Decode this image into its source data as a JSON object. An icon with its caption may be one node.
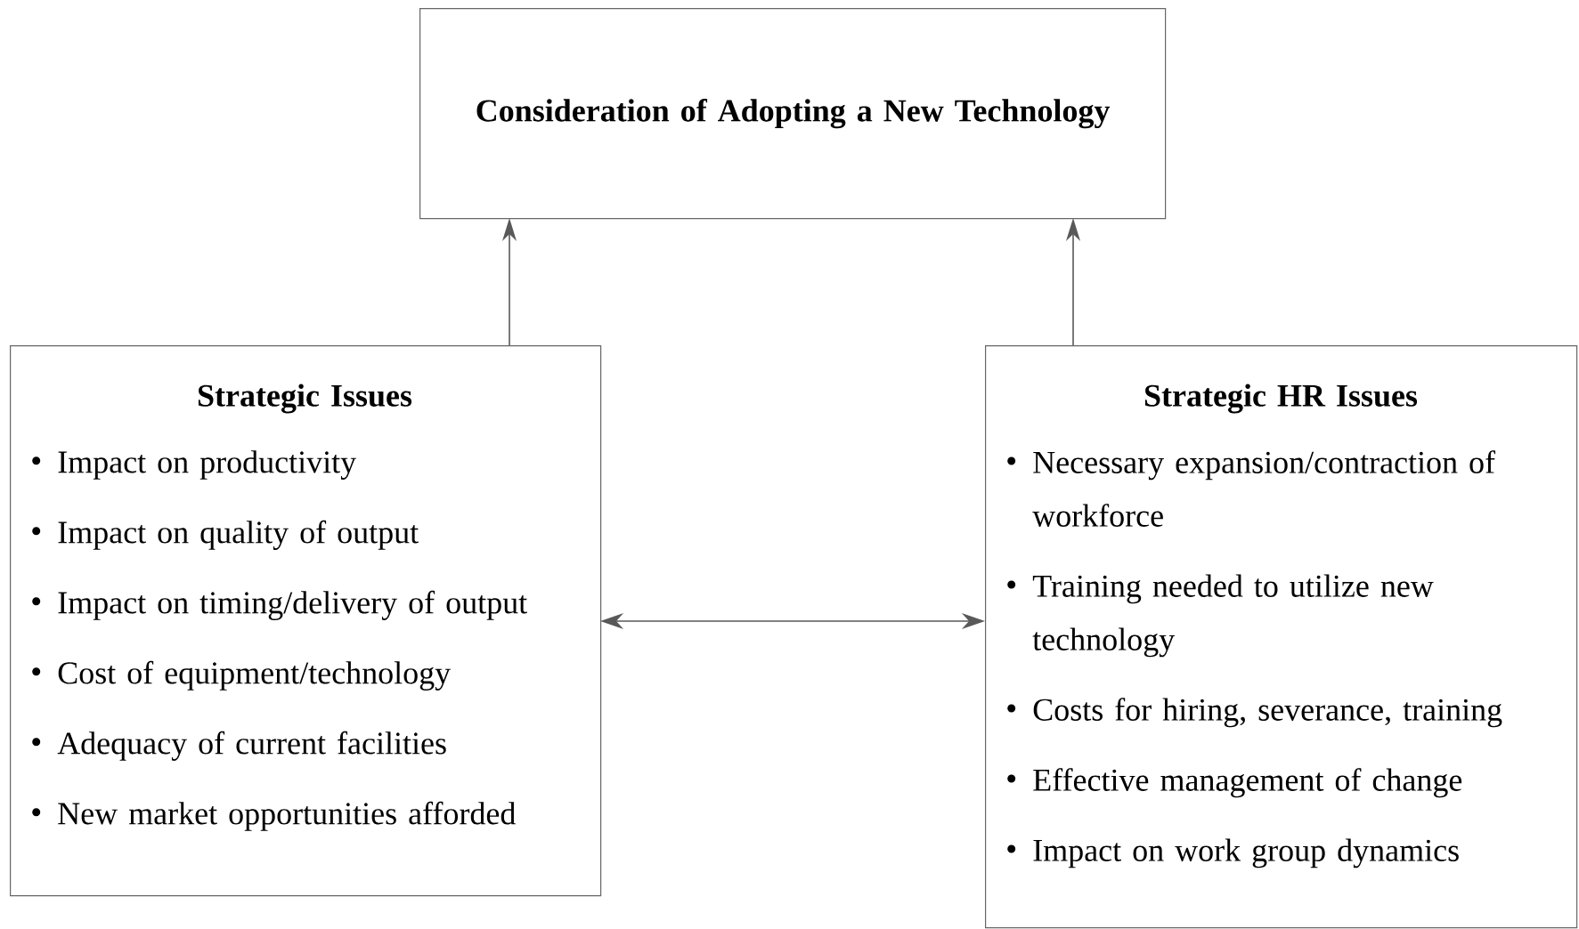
{
  "diagram": {
    "nodes": [
      {
        "text": [
          "Consideration of Adopting a New Technology"
        ]
      },
      {
        "text": [
          "Strategic Issues",
          "Impact on productivity",
          "Impact on quality of output",
          "Impact on timing/delivery of output",
          "Cost of equipment/technology",
          "Adequacy of current facilities",
          "New market opportunities afforded"
        ]
      },
      {
        "text": [
          "Strategic HR Issues",
          "Necessary expansion/contraction of workforce",
          "Training needed to utilize new technology",
          "Costs for hiring, severance, training",
          "Effective management of change",
          "Impact on work group dynamics"
        ]
      }
    ],
    "edges": [
      {
        "from": 1,
        "to": 0,
        "arrow": "to"
      },
      {
        "from": 2,
        "to": 0,
        "arrow": "to"
      },
      {
        "from": 1,
        "to": 2,
        "arrow": "both"
      }
    ]
  }
}
